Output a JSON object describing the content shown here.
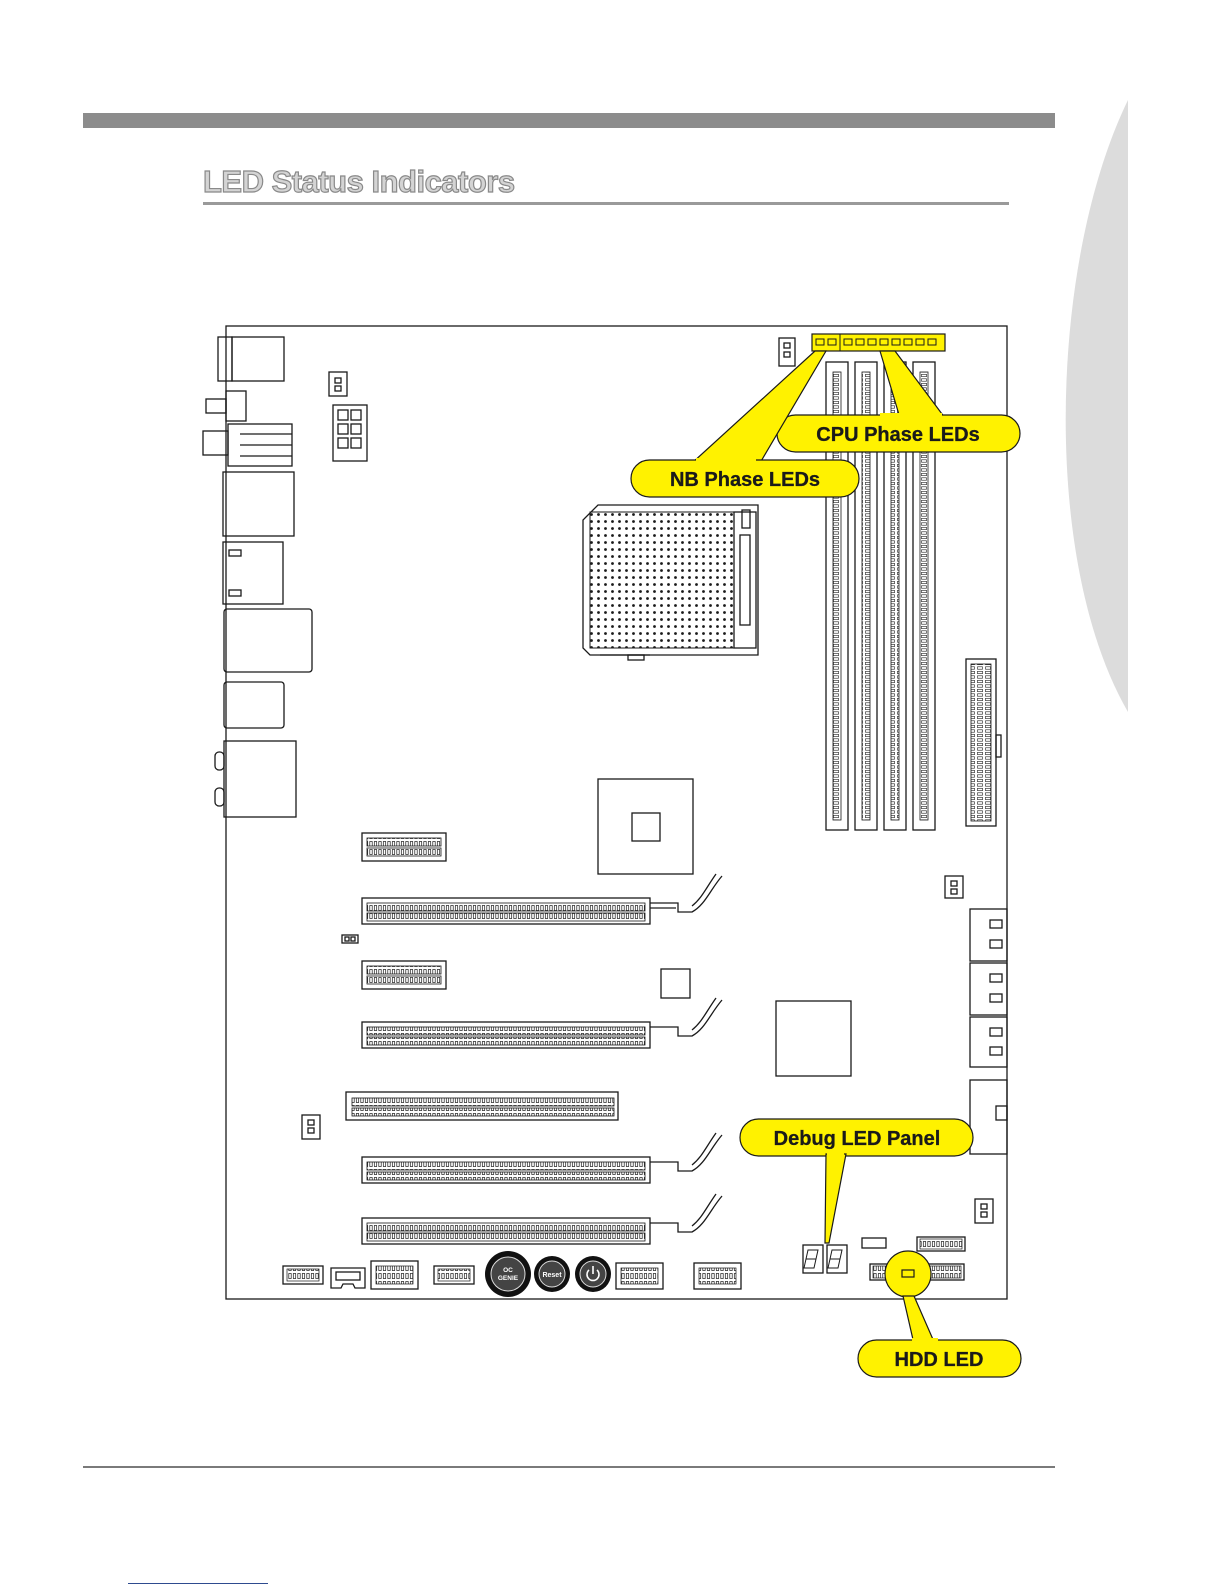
{
  "page": {
    "title": "LED Status Indicators"
  },
  "callouts": {
    "cpu_phase": "CPU Phase LEDs",
    "nb_phase": "NB Phase LEDs",
    "debug_panel": "Debug LED Panel",
    "hdd": "HDD LED"
  },
  "buttons": {
    "oc_genie_line1": "OC",
    "oc_genie_line2": "GENIE",
    "reset": "Reset",
    "power_icon": "power-icon"
  },
  "colors": {
    "callout_fill": "#fff200",
    "board_line": "#1a1a1a"
  }
}
